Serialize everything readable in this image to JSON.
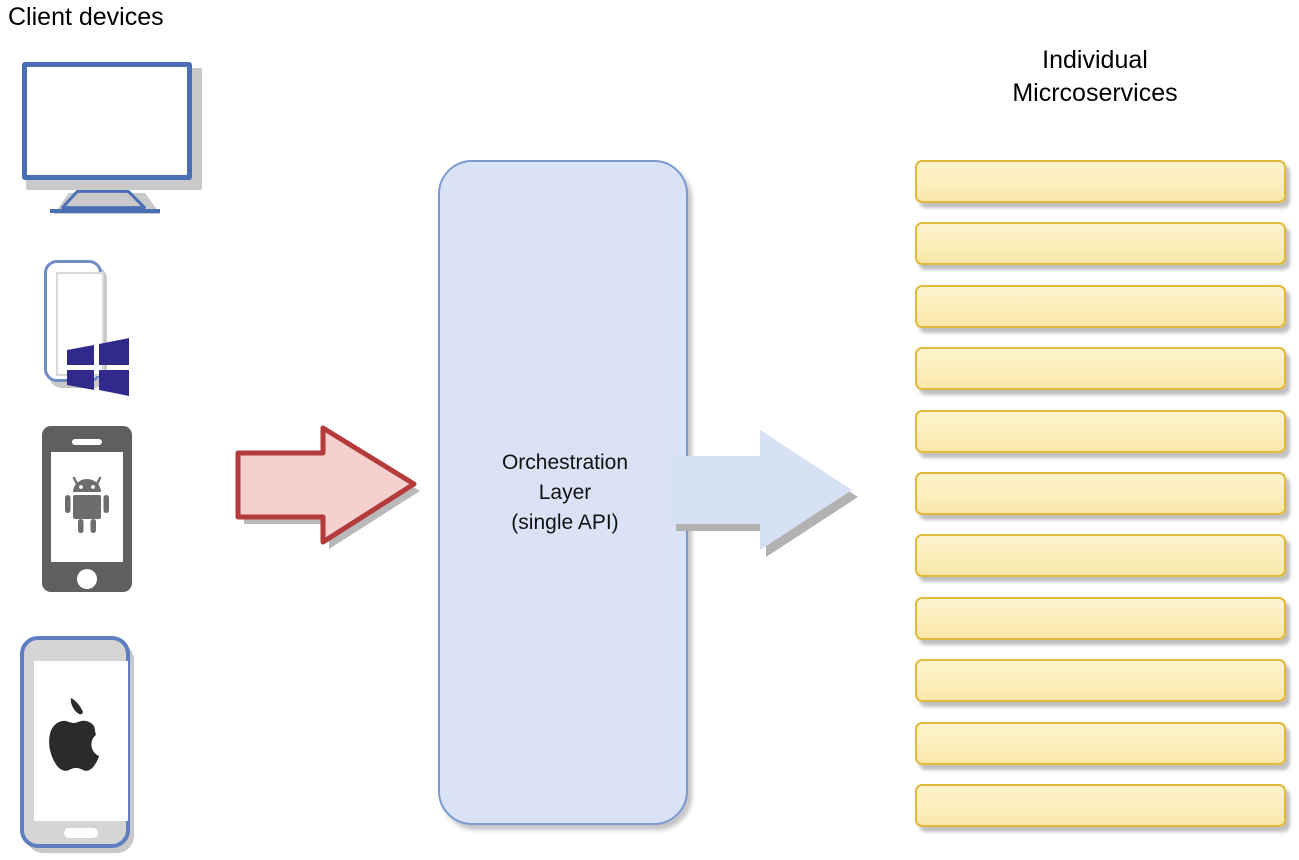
{
  "diagram": {
    "title_left": "Client devices",
    "title_right_lines": [
      "Individual",
      "Micrcoservices"
    ],
    "center_block": {
      "text_lines": [
        "Orchestration",
        "Layer",
        "(single API)"
      ]
    },
    "client_devices": [
      {
        "name": "desktop-monitor",
        "icon": "monitor-icon"
      },
      {
        "name": "windows-phone",
        "icon": "windows-logo-icon"
      },
      {
        "name": "android-phone",
        "icon": "android-robot-icon"
      },
      {
        "name": "apple-phone",
        "icon": "apple-logo-icon"
      }
    ],
    "arrows": [
      {
        "name": "request-arrow",
        "icon": "arrow-right-icon",
        "direction": "right",
        "color": "#f6cfcf"
      },
      {
        "name": "dispatch-arrow",
        "icon": "arrow-right-icon",
        "direction": "right",
        "color": "#d6e1f4"
      }
    ],
    "microservices": [
      {
        "index": 1
      },
      {
        "index": 2
      },
      {
        "index": 3
      },
      {
        "index": 4
      },
      {
        "index": 5
      },
      {
        "index": 6
      },
      {
        "index": 7
      },
      {
        "index": 8
      },
      {
        "index": 9
      },
      {
        "index": 10
      },
      {
        "index": 11
      }
    ],
    "colors": {
      "device_blue": "#4a6fb5",
      "device_gray": "#c9c9c9",
      "android_gray": "#5f5f5f",
      "windows_purple": "#312a8c",
      "apple_black": "#2b2b2b",
      "box_fill": "#d9e3f5",
      "box_border": "#7c9ad0",
      "arrow_red_fill": "#f6cfcf",
      "arrow_red_border": "#b33b3b",
      "arrow_blue_fill": "#d6e1f4",
      "bar_fill": "#fbeeba",
      "bar_border": "#e2b93b",
      "shadow": "#9c9c9c",
      "background": "#ffffff",
      "text": "#000000"
    }
  }
}
